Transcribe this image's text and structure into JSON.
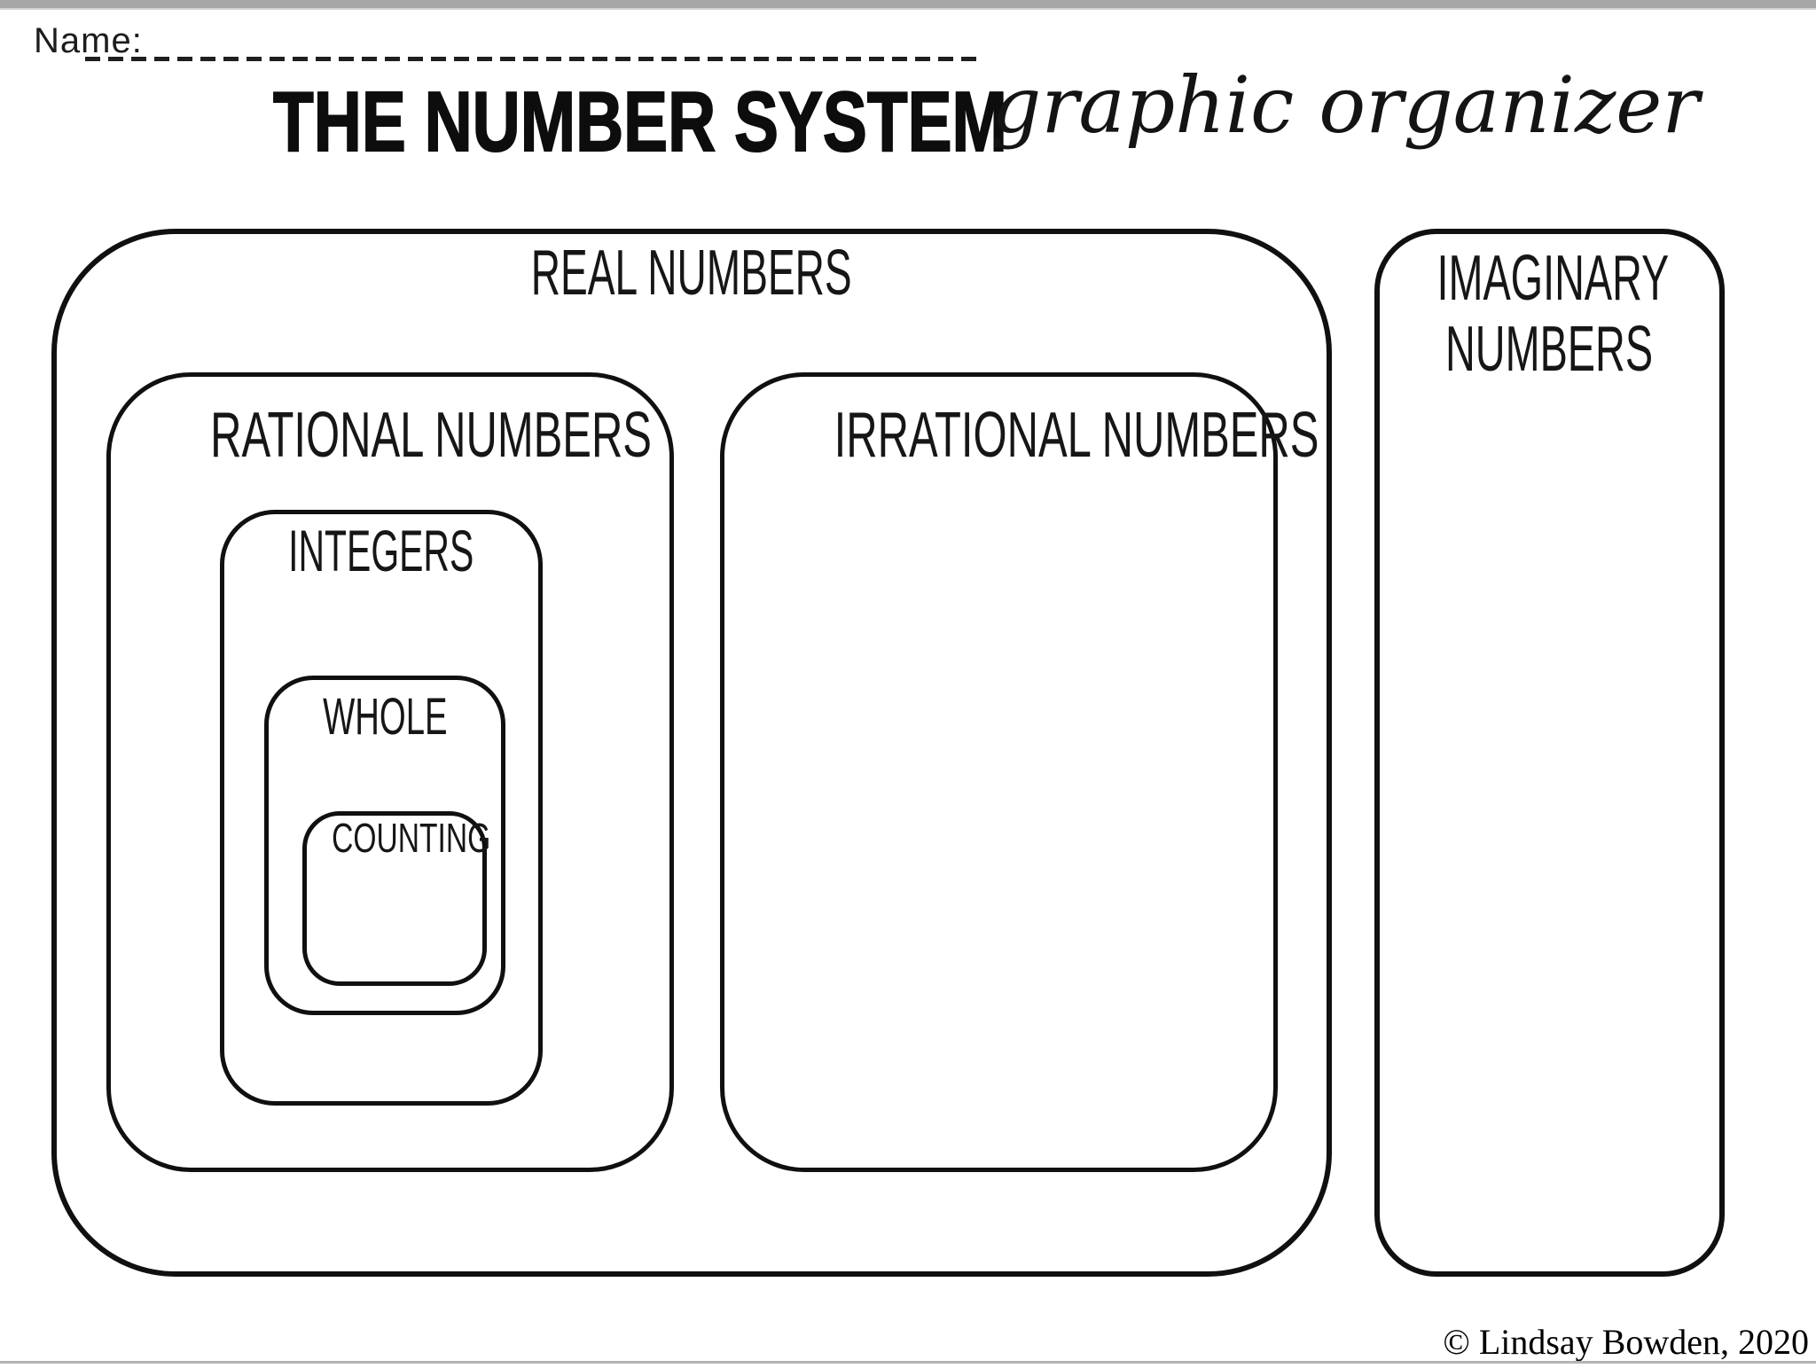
{
  "header": {
    "name_label": "Name:",
    "title_main": "THE NUMBER SYSTEM",
    "title_script": "graphic organizer"
  },
  "organizer": {
    "real": {
      "label": "REAL NUMBERS"
    },
    "rational": {
      "label": "RATIONAL NUMBERS"
    },
    "irrational": {
      "label": "IRRATIONAL NUMBERS"
    },
    "integers": {
      "label": "INTEGERS"
    },
    "whole": {
      "label": "WHOLE"
    },
    "counting": {
      "label": "COUNTING"
    },
    "imaginary": {
      "line1": "IMAGINARY",
      "line2": "NUMBERS"
    }
  },
  "footer": {
    "copyright": "© Lindsay Bowden, 2020"
  },
  "colors": {
    "ink": "#101010",
    "page_bg": "#ffffff",
    "chrome_gray": "#a6a6a6"
  }
}
